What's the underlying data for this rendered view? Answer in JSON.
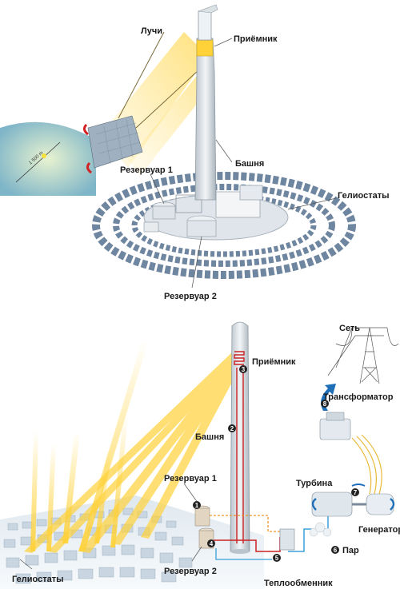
{
  "top": {
    "labels": {
      "rays": "Лучи",
      "receiver": "Приёмник",
      "tower": "Башня",
      "reservoir1": "Резервуар 1",
      "heliostats": "Гелиостаты",
      "reservoir2": "Резервуар 2"
    },
    "scale": "1 500 m"
  },
  "bottom": {
    "labels": {
      "grid": "Сеть",
      "receiver": "Приёмник",
      "transformer": "Трансформатор",
      "tower": "Башня",
      "reservoir1": "Резервуар 1",
      "turbine": "Турбина",
      "generator": "Генератор",
      "steam": "Пар",
      "reservoir2": "Резервуар 2",
      "heliostats": "Гелиостаты",
      "heat_exchanger": "Теплообменник"
    },
    "steps": [
      "1",
      "2",
      "3",
      "4",
      "5",
      "6",
      "7",
      "8"
    ]
  },
  "colors": {
    "hot_fluid": "#cc2222",
    "cold_fluid": "#3aa0d8",
    "ray": "#ffd23a",
    "pipe_dashed": "#f0932b"
  }
}
